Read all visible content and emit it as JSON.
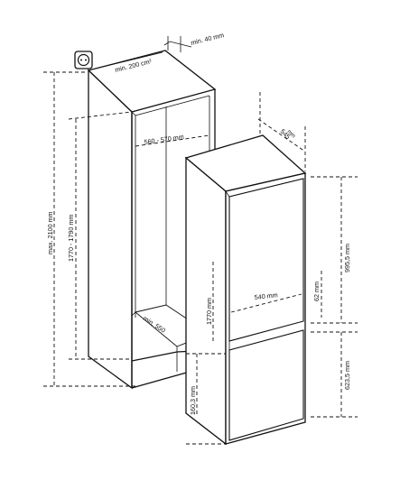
{
  "diagram": {
    "dimensions": {
      "niche_vent": "min. 200 cm²",
      "top_gap": "min. 40 mm",
      "niche_width": "560 - 570 mm",
      "niche_depth": "min. 550",
      "max_height": "max. 2100 mm",
      "niche_height": "1770 - 1790 mm",
      "appliance_depth": "545",
      "appliance_depth_unit": "mm",
      "appliance_height": "1770 mm",
      "inner_width": "540 mm",
      "door_gap": "62 mm",
      "upper_door": "995,5 mm",
      "lower_door": "623,5 mm",
      "plinth_height": "160,3 mm"
    },
    "icons": {
      "socket": "power-socket-icon"
    }
  }
}
